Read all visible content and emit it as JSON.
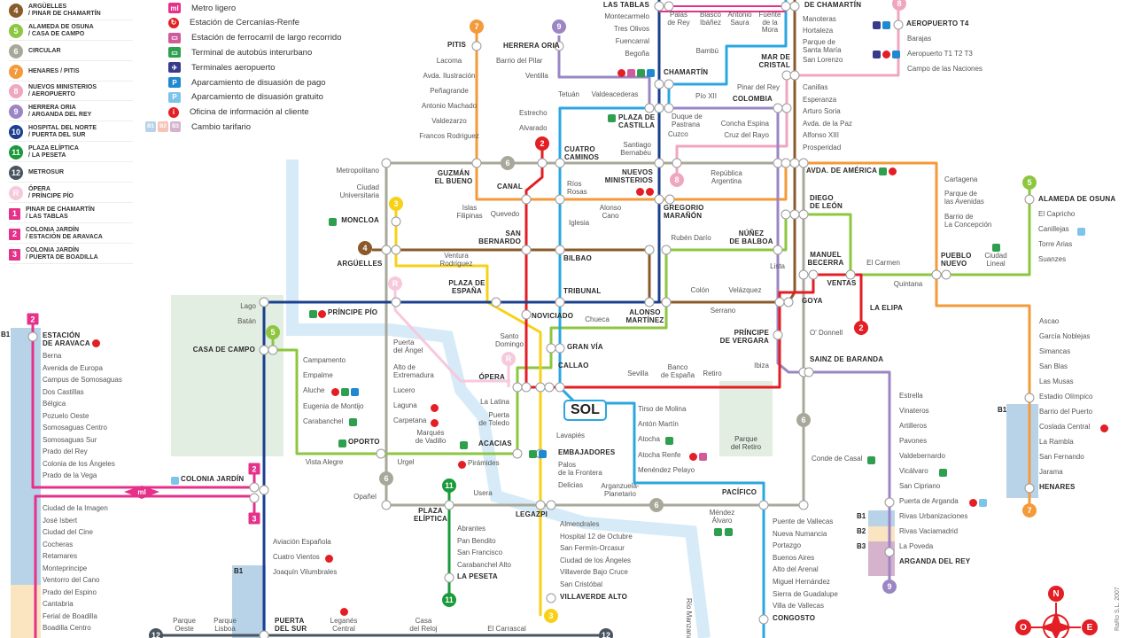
{
  "colors": {
    "1": "#2aa7e0",
    "2": "#e31e24",
    "3": "#f7d117",
    "4": "#8b5a2b",
    "5": "#8dc63f",
    "6": "#a8a89a",
    "7": "#f39a3a",
    "8": "#f0a6c0",
    "9": "#9b85c4",
    "10": "#1b3f8f",
    "11": "#1a9a3a",
    "12": "#4a5560",
    "R": "#f6c9dc",
    "ML": "#e6318a",
    "river": "#d6ebf7",
    "park": "#e2eee2",
    "zoneB1": "#b8d3e8",
    "zoneB2": "#fbe4c0",
    "zoneB3": "#d6b3cc"
  },
  "legend": {
    "lines": [
      {
        "id": "4",
        "name": "ARGÜELLES\n/ PINAR DE CHAMARTÍN",
        "color": "#8b5a2b"
      },
      {
        "id": "5",
        "name": "ALAMEDA DE OSUNA\n/ CASA DE CAMPO",
        "color": "#8dc63f"
      },
      {
        "id": "6",
        "name": "CIRCULAR",
        "color": "#a8a89a"
      },
      {
        "id": "7",
        "name": "HENARES / PITIS",
        "color": "#f39a3a"
      },
      {
        "id": "8",
        "name": "NUEVOS MINISTERIOS\n/ AEROPUERTO",
        "color": "#f0a6c0"
      },
      {
        "id": "9",
        "name": "HERRERA ORIA\n/ ARGANDA DEL REY",
        "color": "#9b85c4"
      },
      {
        "id": "10",
        "name": "HOSPITAL DEL NORTE\n/ PUERTA DEL SUR",
        "color": "#1b3f8f"
      },
      {
        "id": "11",
        "name": "PLAZA ELÍPTICA\n/ LA PESETA",
        "color": "#1a9a3a"
      },
      {
        "id": "12",
        "name": "METROSUR",
        "color": "#4a5560"
      },
      {
        "id": "R",
        "name": "ÓPERA\n/ PRÍNCIPE PÍO",
        "color": "#f6c9dc"
      },
      {
        "id": "1",
        "name": "PINAR DE CHAMARTÍN\n/ LAS TABLAS",
        "color": "#e6318a",
        "square": true
      },
      {
        "id": "2",
        "name": "COLONIA JARDÍN\n/ ESTACIÓN DE ARAVACA",
        "color": "#e6318a",
        "square": true
      },
      {
        "id": "3",
        "name": "COLONIA JARDÍN\n/ PUERTA DE BOADILLA",
        "color": "#e6318a",
        "square": true
      }
    ],
    "symbols": [
      {
        "icon": "metro-ligero-icon",
        "glyph": "ml",
        "color": "#e6318a",
        "label": "Metro ligero"
      },
      {
        "icon": "cercanias-renfe-icon",
        "glyph": "↻",
        "color": "#e31e24",
        "label": "Estación de Cercanías-Renfe"
      },
      {
        "icon": "long-distance-train-icon",
        "glyph": "▭",
        "color": "#d05a9a",
        "label": "Estación de ferrocarril de largo recorrido"
      },
      {
        "icon": "bus-terminal-icon",
        "glyph": "▭",
        "color": "#2e9e4f",
        "label": "Terminal de autobús interurbano"
      },
      {
        "icon": "airport-icon",
        "glyph": "✈",
        "color": "#3a3a8a",
        "label": "Terminales aeropuerto"
      },
      {
        "icon": "paid-parking-icon",
        "glyph": "P",
        "color": "#1e88d0",
        "label": "Aparcamiento de disuasión de pago"
      },
      {
        "icon": "free-parking-icon",
        "glyph": "P",
        "color": "#7cc4ea",
        "label": "Aparcamiento de disuasión gratuito"
      },
      {
        "icon": "info-icon",
        "glyph": "i",
        "color": "#e31e24",
        "label": "Oficina de información al cliente"
      },
      {
        "icon": "fare-change-icon",
        "glyph": "",
        "color": "#b8d3e8",
        "label": "Cambio tarifario"
      }
    ],
    "fare_zones": [
      "B1",
      "B2",
      "B3"
    ]
  },
  "stations": {
    "irregular": [
      "LAS TABLAS",
      "Palas\nde Rey",
      "Blasco\nIbáñez",
      "Antonio\nSaura",
      "Fuente\nde la\nMora",
      "DE CHAMARTÍN",
      "Bambú",
      "CHAMARTÍN",
      "MAR DE\nCRISTAL",
      "AEROPUERTO T4",
      "Barajas",
      "Aeropuerto T1 T2 T3",
      "Campo de las Naciones",
      "Pinar del Rey",
      "COLOMBIA",
      "Tetuán",
      "Valdeacederas",
      "Pío XII",
      "PLAZA DE\nCASTILLA",
      "Duque de\nPastrana",
      "Cuzco",
      "Concha Espina",
      "Cruz del Rayo",
      "Santiago\nBernabéu",
      "PITIS",
      "HERRERA ORIA",
      "Barrio del Pilar",
      "Ventilla",
      "Estrecho",
      "Alvarado",
      "CUATRO\nCAMINOS",
      "NUEVOS\nMINISTERIOS",
      "República\nArgentina",
      "AVDA. DE AMÉRICA",
      "Cartagena",
      "Parque de\nlas Avenidas",
      "Barrio de\nLa Concepción",
      "Metropolitano",
      "Ciudad\nUniversitaria",
      "GUZMÁN\nEL BUENO",
      "CANAL",
      "Ríos\nRosas",
      "Islas\nFilipinas",
      "Quevedo",
      "Iglesia",
      "Alonso\nCano",
      "GREGORIO\nMARAÑÓN",
      "DIEGO\nDE LEÓN",
      "MONCLOA",
      "SAN\nBERNARDO",
      "Rubén Darío",
      "NÚÑEZ\nDE BALBOA",
      "ARGÜELLES",
      "Ventura\nRodríguez",
      "BILBAO",
      "Lista",
      "MANUEL\nBECERRA",
      "El Carmen",
      "PUEBLO\nNUEVO",
      "Ciudad\nLineal",
      "Quintana",
      "VENTAS",
      "PLAZA DE\nESPAÑA",
      "TRIBUNAL",
      "Colón",
      "Velázquez",
      "Serrano",
      "LA ELIPA",
      "GOYA",
      "ALONSO\nMARTÍNEZ",
      "Lago",
      "Batán",
      "PRÍNCIPE PÍO",
      "NOVICIADO",
      "Chueca",
      "GRAN VÍA",
      "PRÍNCIPE\nDE VERGARA",
      "O' Donnell",
      "CASA DE CAMPO",
      "Puerta\ndel Ángel",
      "Santo\nDomingo",
      "ESTACIÓN\nDE ARAVACA",
      "Alto de\nExtremadura",
      "Lucero",
      "Laguna",
      "Carpetana",
      "SAINZ DE BARANDA",
      "Ibiza",
      "CALLAO",
      "Sevilla",
      "Banco\nde España",
      "Retiro",
      "ÓPERA",
      "La Latina",
      "Puerta\nde Toledo",
      "Marqués\nde Vadillo",
      "Lavapiés",
      "OPORTO",
      "ACACIAS",
      "EMBAJADORES",
      "Pirámides",
      "Vista Alegre",
      "Urgel",
      "Conde de Casal",
      "Palos\nde la Frontera",
      "Delicias",
      "Arganzuela-\nPlanetario",
      "COLONIA JARDÍN",
      "PACÍFICO",
      "Opañel",
      "Usera",
      "PLAZA\nELÍPTICA",
      "LEGAZPI",
      "Méndez\nÁlvaro",
      "VILLAVERDE ALTO",
      "Aviación Española",
      "Cuatro Vientos",
      "Joaquín Vilumbrales",
      "Parque\nOeste",
      "Parque\nLisboa",
      "PUERTA\nDEL SUR",
      "Leganés\nCentral",
      "Casa\ndel Reloj",
      "El Carrascal"
    ],
    "line4_north": [
      "Manoteras",
      "Hortaleza",
      "Parque de\nSanta María",
      "San Lorenzo"
    ],
    "line10_north": [
      "Montecarmelo",
      "Tres Olivos",
      "Fuencarral",
      "Begoña"
    ],
    "line4_mid": [
      "Canillas",
      "Esperanza",
      "Arturo Soria",
      "Avda. de la Paz",
      "Alfonso XIII",
      "Prosperidad"
    ],
    "line7_north": [
      "Lacoma",
      "Avda. Ilustración",
      "Peñagrande",
      "Antonio Machado",
      "Valdezarzo",
      "Francos Rodriguez"
    ],
    "line5_east": [
      "ALAMEDA DE OSUNA",
      "El Capricho",
      "Canillejas",
      "Torre Arias",
      "Suanzes"
    ],
    "line5_west": [
      "Campamento",
      "Empalme",
      "Aluche",
      "Eugenia de Montijo",
      "Carabanchel"
    ],
    "line9_east": [
      "Estrella",
      "Vinateros",
      "Artilleros",
      "Pavones",
      "Valdebernardo",
      "Vicálvaro",
      "San Cipriano",
      "Puerta de Arganda",
      "Rivas Urbanizaciones",
      "Rivas Vaciamadrid",
      "La Poveda",
      "ARGANDA DEL REY"
    ],
    "line7_east": [
      "Ascao",
      "García Noblejas",
      "Simancas",
      "San Blas",
      "Las Musas",
      "Estadio Olímpico",
      "Barrio del Puerto",
      "Coslada Central",
      "La Rambla",
      "San Fernando",
      "Jarama",
      "HENARES"
    ],
    "line1_south": [
      "Tirso de Molina",
      "Antón Martín",
      "Atocha",
      "Atocha Renfe",
      "Menéndez Pelayo"
    ],
    "line11": [
      "Abrantes",
      "Pan Bendito",
      "San Francisco",
      "Carabanchel Alto",
      "LA PESETA"
    ],
    "line3_south": [
      "Almendrales",
      "Hospital 12 de Octubre",
      "San Fermín-Orcasur",
      "Ciudad de los Ángeles",
      "Villaverde Bajo Cruce",
      "San Cristóbal"
    ],
    "line1_vallecas": [
      "Puente de Vallecas",
      "Nueva Numancia",
      "Portazgo",
      "Buenos Aires",
      "Alto del Arenal",
      "Miguel Hernández",
      "Sierra de Guadalupe",
      "Villa de Vallecas",
      "CONGOSTO"
    ],
    "ml2": [
      "Berna",
      "Avenida de Europa",
      "Campus de Somosaguas",
      "Dos Castillas",
      "Bélgica",
      "Pozuelo Oeste",
      "Somosaguas Centro",
      "Somosaguas Sur",
      "Prado del Rey",
      "Colonia de los Ángeles",
      "Prado de la Vega"
    ],
    "ml3": [
      "Ciudad de la Imagen",
      "José Isbert",
      "Ciudad del Cine",
      "Cocheras",
      "Retamares",
      "Monteprincipe",
      "Ventorro del Cano",
      "Prado del Espino",
      "Cantabria",
      "Ferial de Boadilla",
      "Boadilla Centro"
    ]
  },
  "badges": [
    {
      "label": "7",
      "line": "7"
    },
    {
      "label": "9",
      "line": "9"
    },
    {
      "label": "8",
      "line": "8"
    },
    {
      "label": "2",
      "line": "2"
    },
    {
      "label": "8",
      "line": "8"
    },
    {
      "label": "6",
      "line": "6"
    },
    {
      "label": "3",
      "line": "3"
    },
    {
      "label": "4",
      "line": "4"
    },
    {
      "label": "R",
      "line": "R"
    },
    {
      "label": "5",
      "line": "5"
    },
    {
      "label": "5",
      "line": "5"
    },
    {
      "label": "R",
      "line": "R"
    },
    {
      "label": "2",
      "line": "2"
    },
    {
      "label": "6",
      "line": "6"
    },
    {
      "label": "6",
      "line": "6"
    },
    {
      "label": "6",
      "line": "6"
    },
    {
      "label": "11",
      "line": "11"
    },
    {
      "label": "11",
      "line": "11"
    },
    {
      "label": "3",
      "line": "3"
    },
    {
      "label": "7",
      "line": "7"
    },
    {
      "label": "9",
      "line": "9"
    },
    {
      "label": "12",
      "line": "12"
    },
    {
      "label": "12",
      "line": "12"
    },
    {
      "label": "2",
      "line": "ML",
      "square": true
    },
    {
      "label": "2",
      "line": "ML",
      "square": true
    },
    {
      "label": "3",
      "line": "ML",
      "square": true
    }
  ],
  "zones": [
    "B1",
    "B1",
    "B1",
    "B1",
    "B2",
    "B3"
  ],
  "sol": "SOL",
  "river": "Río Manzanares",
  "park": "Parque\ndel Retiro",
  "compass": [
    "N",
    "O",
    "E"
  ],
  "copyright": "RaRo S.L. 2007"
}
